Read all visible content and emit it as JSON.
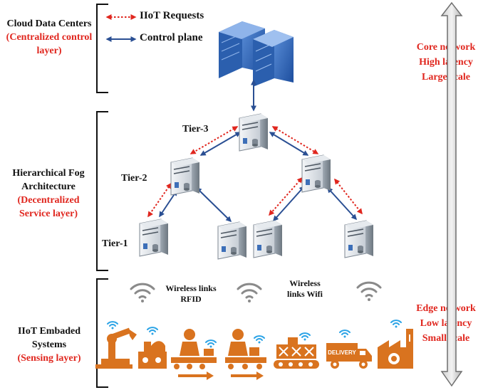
{
  "layers": {
    "cloud": {
      "title": "Cloud Data Centers",
      "subtitle": "(Centralized control layer)"
    },
    "fog": {
      "title": "Hierarchical Fog Architecture",
      "subtitle": "(Decentralized Service layer)"
    },
    "iot": {
      "title": "IIoT Embaded Systems",
      "subtitle": "(Sensing layer)"
    }
  },
  "legend": {
    "requests": "IIoT Requests",
    "control": "Control plane"
  },
  "tiers": {
    "t3": "Tier-3",
    "t2": "Tier-2",
    "t1": "Tier-1"
  },
  "wireless": {
    "rfid": "Wireless links RFID",
    "wifi": "Wireless links Wifi"
  },
  "scale": {
    "top": [
      "Core network",
      "High latency",
      "Large scale"
    ],
    "bottom": [
      "Edge network",
      "Low latency",
      "Small scale"
    ]
  },
  "devices": [
    "robot-arm",
    "factory-machine",
    "worker-conveyor",
    "worker-packing",
    "packaging-line",
    "delivery-truck",
    "factory-building"
  ],
  "device_labels": {
    "truck": "DELIVERY"
  },
  "colors": {
    "red": "#e0261e",
    "blue": "#2a4f93",
    "orange": "#d9731f",
    "wifi_blue": "#2aa3e6",
    "gray": "#8a8a8a"
  }
}
